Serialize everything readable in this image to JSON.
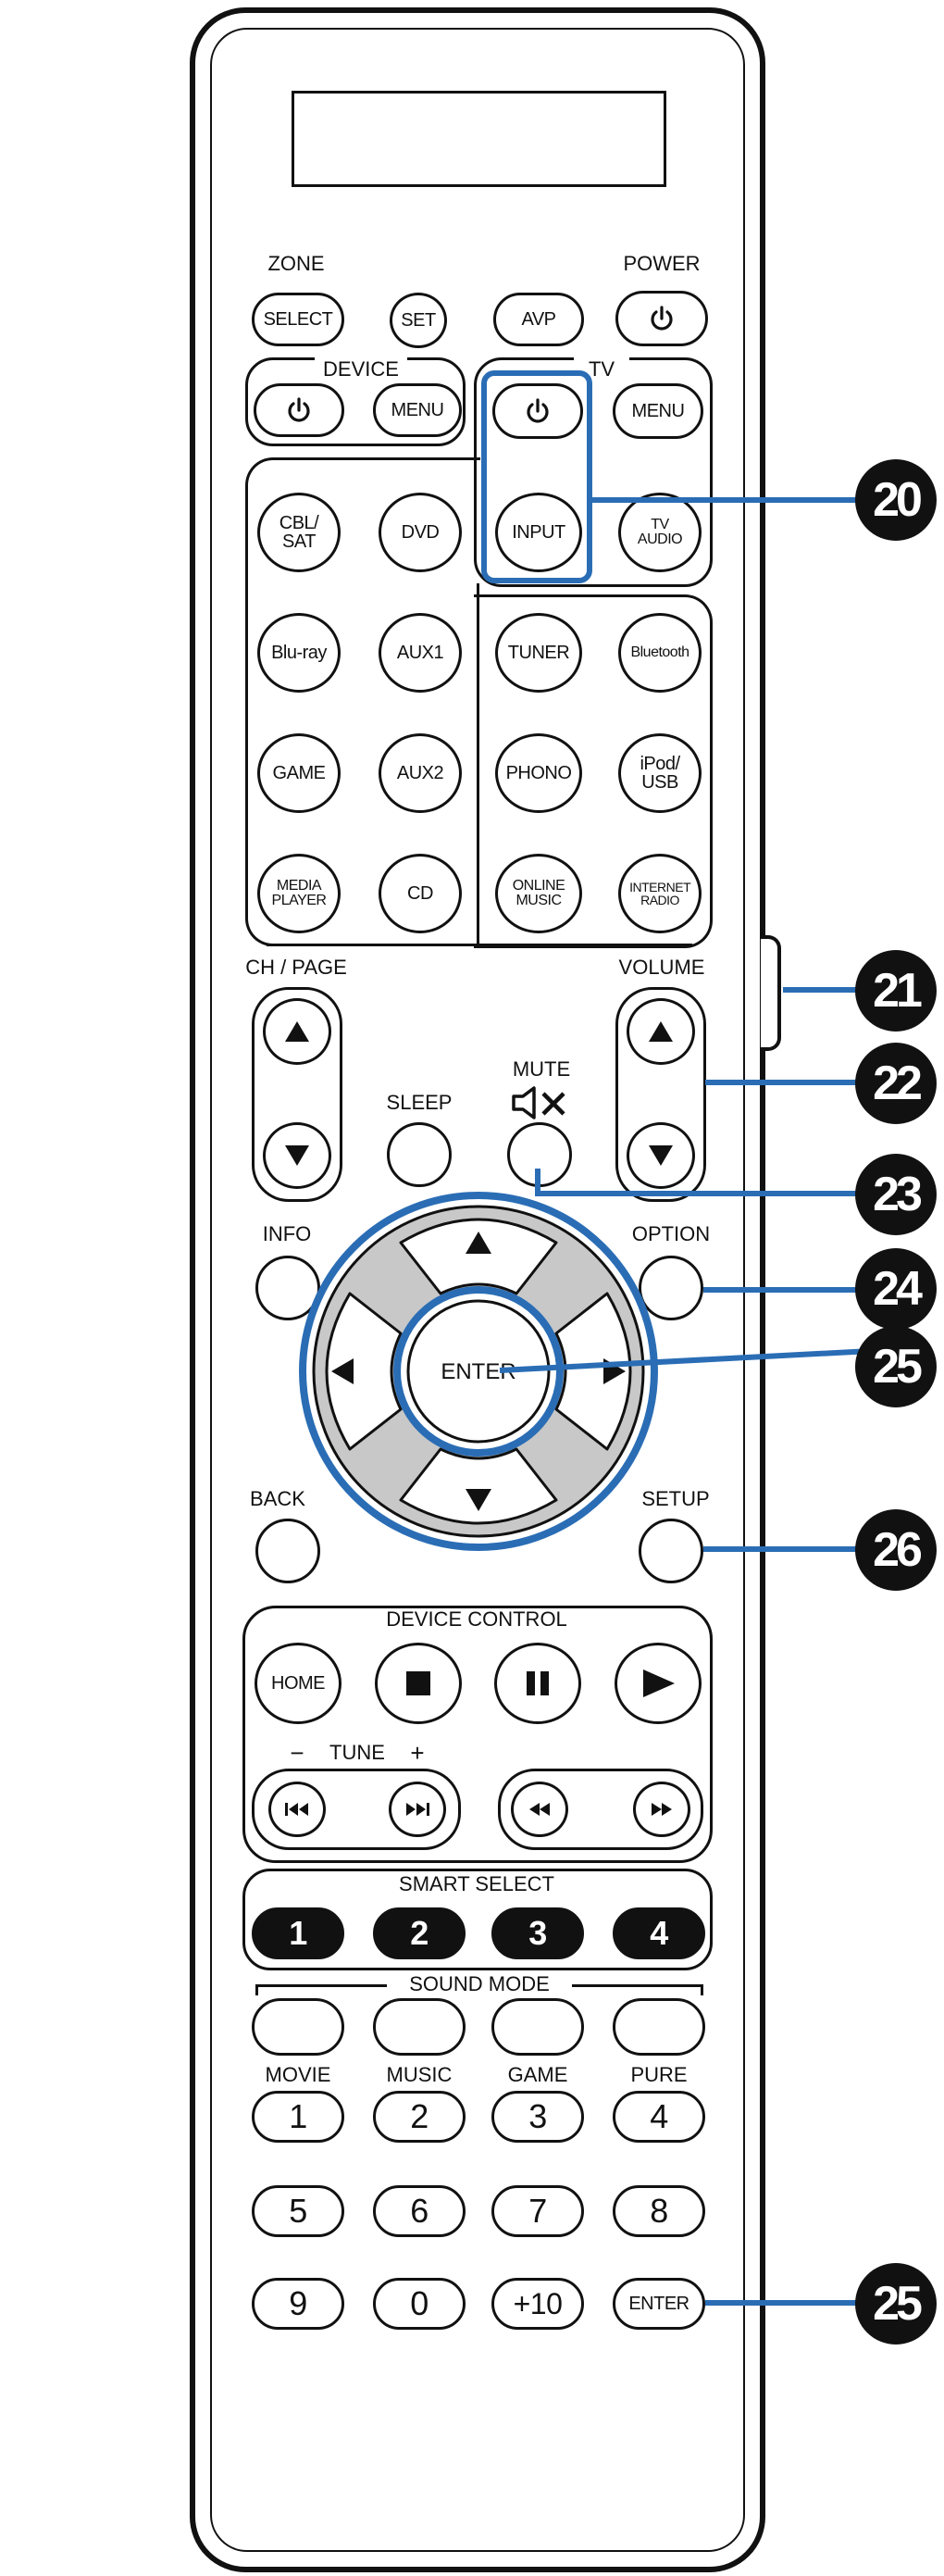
{
  "top": {
    "zone_label": "ZONE",
    "power_label": "POWER",
    "select": "SELECT",
    "set": "SET",
    "avp": "AVP"
  },
  "device": {
    "label": "DEVICE",
    "menu": "MENU"
  },
  "tv": {
    "label": "TV",
    "menu": "MENU",
    "input": "INPUT",
    "tv_audio": "TV AUDIO"
  },
  "sources": {
    "cbl_sat": "CBL/ SAT",
    "dvd": "DVD",
    "bluray": "Blu-ray",
    "aux1": "AUX1",
    "game": "GAME",
    "aux2": "AUX2",
    "media_player": "MEDIA PLAYER",
    "cd": "CD",
    "tuner": "TUNER",
    "bluetooth": "Bluetooth",
    "phono": "PHONO",
    "ipod_usb": "iPod/ USB",
    "online_music": "ONLINE MUSIC",
    "internet_radio": "INTERNET RADIO"
  },
  "middle": {
    "ch_page": "CH / PAGE",
    "volume": "VOLUME",
    "sleep": "SLEEP",
    "mute": "MUTE",
    "info": "INFO",
    "option": "OPTION",
    "enter": "ENTER",
    "back": "BACK",
    "setup": "SETUP"
  },
  "device_control": {
    "label": "DEVICE CONTROL",
    "home": "HOME",
    "tune_minus": "−",
    "tune": "TUNE",
    "tune_plus": "+"
  },
  "smart_select": {
    "label": "SMART SELECT",
    "buttons": [
      "1",
      "2",
      "3",
      "4"
    ]
  },
  "sound_mode": {
    "label": "SOUND MODE",
    "modes": [
      "MOVIE",
      "MUSIC",
      "GAME",
      "PURE"
    ]
  },
  "numpad": {
    "row1": [
      "1",
      "2",
      "3",
      "4"
    ],
    "row2": [
      "5",
      "6",
      "7",
      "8"
    ],
    "row3": [
      "9",
      "0",
      "+10",
      "ENTER"
    ]
  },
  "callouts": {
    "c20": "20",
    "c21": "21",
    "c22": "22",
    "c23": "23",
    "c24": "24",
    "c25a": "25",
    "c26": "26",
    "c25b": "25"
  },
  "colors": {
    "callout_line": "#2a6db5",
    "outline": "#111111",
    "dpad_ring": "#c8c8c8"
  }
}
